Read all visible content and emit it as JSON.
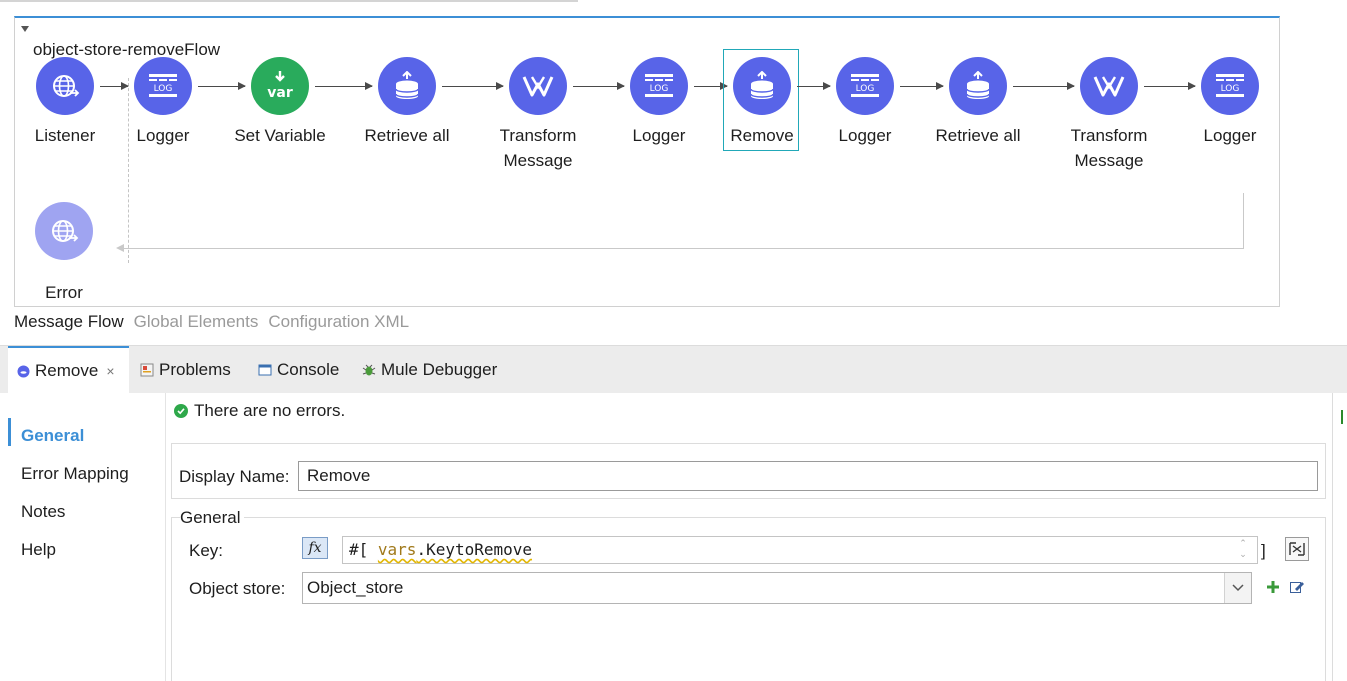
{
  "flow": {
    "name": "object-store-removeFlow",
    "nodes": [
      {
        "label": "Listener",
        "icon": "globe-listener-icon",
        "color": "#5864e8"
      },
      {
        "label": "Logger",
        "icon": "log-icon",
        "color": "#5864e8"
      },
      {
        "label": "Set Variable",
        "icon": "var-icon",
        "color": "#29ab5c"
      },
      {
        "label": "Retrieve all",
        "icon": "database-retrieve-icon",
        "color": "#5864e8"
      },
      {
        "label": "Transform\nMessage",
        "icon": "transform-icon",
        "color": "#5864e8"
      },
      {
        "label": "Logger",
        "icon": "log-icon",
        "color": "#5864e8"
      },
      {
        "label": "Remove",
        "icon": "database-remove-icon",
        "color": "#5864e8",
        "selected": true
      },
      {
        "label": "Logger",
        "icon": "log-icon",
        "color": "#5864e8"
      },
      {
        "label": "Retrieve all",
        "icon": "database-retrieve-icon",
        "color": "#5864e8"
      },
      {
        "label": "Transform\nMessage",
        "icon": "transform-icon",
        "color": "#5864e8"
      },
      {
        "label": "Logger",
        "icon": "log-icon",
        "color": "#5864e8"
      }
    ],
    "error_node": {
      "label": "Error",
      "icon": "globe-error-icon"
    }
  },
  "editor_tabs": {
    "message_flow": "Message Flow",
    "global_elements": "Global Elements",
    "configuration_xml": "Configuration XML"
  },
  "panel_tabs": {
    "remove": "Remove",
    "close": "×",
    "problems": "Problems",
    "console": "Console",
    "mule_debugger": "Mule Debugger"
  },
  "nav": {
    "general": "General",
    "error_mapping": "Error Mapping",
    "notes": "Notes",
    "help": "Help"
  },
  "status": "There are no errors.",
  "form": {
    "display_name_label": "Display Name:",
    "display_name_value": "Remove",
    "general_group": "General",
    "key_label": "Key:",
    "fx": "fx",
    "key_prefix": "#[",
    "key_kw": "vars",
    "key_rest": ".KeytoRemove",
    "key_suffix": "]",
    "object_store_label": "Object store:",
    "object_store_value": "Object_store"
  },
  "colors": {
    "mule_blue": "#5864e8",
    "mule_green": "#29ab5c",
    "accent": "#3c8fd6",
    "selection": "#21a8b8"
  }
}
